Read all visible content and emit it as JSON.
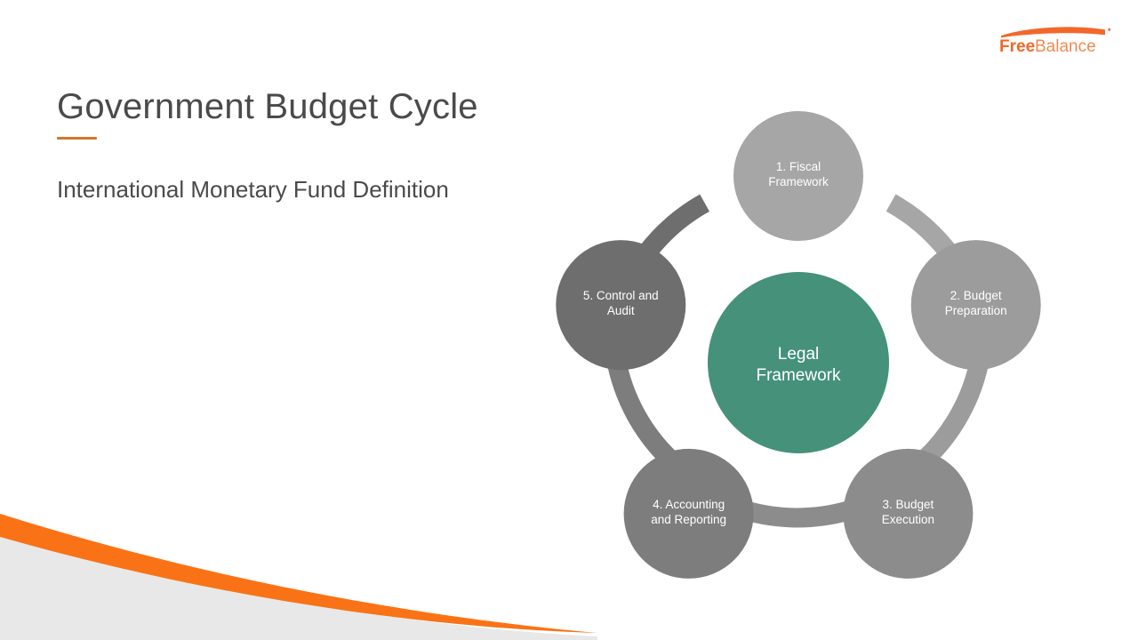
{
  "slide": {
    "background_color": "#ffffff",
    "title": "Government Budget Cycle",
    "subtitle": "International Monetary Fund Definition",
    "accent_color": "#d2762f",
    "title_color": "#4a4a4a"
  },
  "brand": {
    "name_bold": "Free",
    "name_light": "Balance",
    "trademark": "®",
    "bold_color": "#f2682a",
    "light_color": "#f08a52",
    "swoosh_color": "#f2682a"
  },
  "decoration": {
    "swoosh_color": "#f97316",
    "panel_color": "#e8e8e8"
  },
  "chart_data": {
    "type": "diagram",
    "diagram_kind": "cycle",
    "title": "Government Budget Cycle",
    "subtitle": "International Monetary Fund Definition",
    "center": {
      "label": "Legal Framework",
      "line1": "Legal",
      "line2": "Framework",
      "color": "#45917a",
      "text_color": "#ffffff"
    },
    "nodes": [
      {
        "index": 1,
        "label": "1. Fiscal Framework",
        "line1": "1. Fiscal",
        "line2": "Framework",
        "color": "#a6a6a6",
        "angle_deg": 270
      },
      {
        "index": 2,
        "label": "2. Budget Preparation",
        "line1": "2. Budget",
        "line2": "Preparation",
        "color": "#9c9c9c",
        "angle_deg": 342
      },
      {
        "index": 3,
        "label": "3. Budget Execution",
        "line1": "3. Budget",
        "line2": "Execution",
        "color": "#8c8c8c",
        "angle_deg": 54
      },
      {
        "index": 4,
        "label": "4. Accounting and Reporting",
        "line1": "4. Accounting",
        "line2": "and Reporting",
        "color": "#7d7d7d",
        "angle_deg": 126
      },
      {
        "index": 5,
        "label": "5. Control and Audit",
        "line1": "5. Control and",
        "line2": "Audit",
        "color": "#6e6e6e",
        "angle_deg": 198
      }
    ],
    "arcs": [
      {
        "from": 1,
        "to": 2,
        "color": "#a6a6a6"
      },
      {
        "from": 2,
        "to": 3,
        "color": "#9c9c9c"
      },
      {
        "from": 3,
        "to": 4,
        "color": "#8c8c8c"
      },
      {
        "from": 4,
        "to": 5,
        "color": "#7d7d7d"
      },
      {
        "from": 5,
        "to": 1,
        "color": "#6e6e6e"
      }
    ]
  }
}
